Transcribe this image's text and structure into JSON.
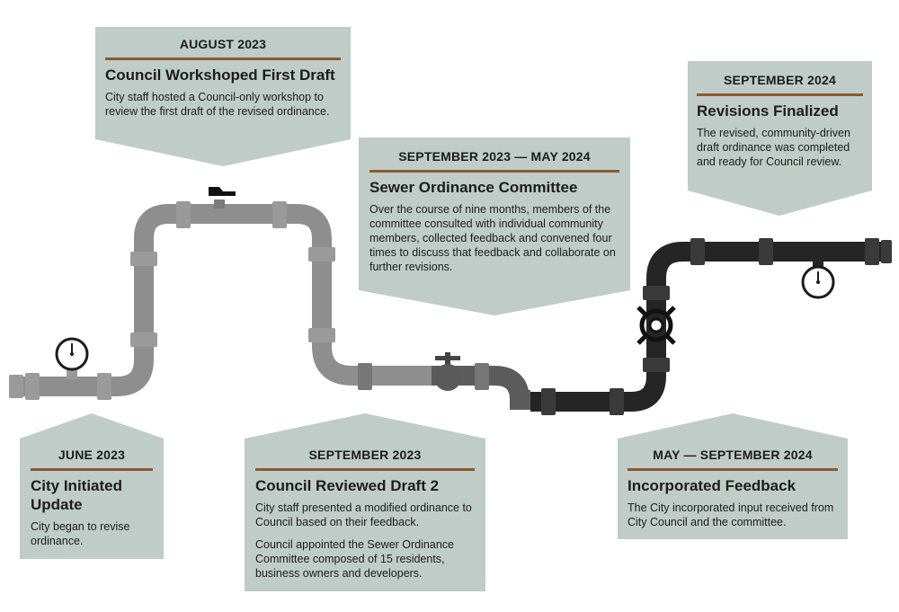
{
  "milestones": [
    {
      "date": "JUNE 2023",
      "title": "City Initiated Update",
      "description": [
        "City began to revise ordinance."
      ]
    },
    {
      "date": "AUGUST 2023",
      "title": "Council Workshoped First Draft",
      "description": [
        "City staff hosted a Council-only workshop to review the first draft of the revised ordinance."
      ]
    },
    {
      "date": "SEPTEMBER 2023",
      "title": "Council Reviewed Draft 2",
      "description": [
        "City staff presented a modified ordinance to Council based on their feedback.",
        "Council appointed the Sewer Ordinance Committee composed of 15 residents, business owners and developers."
      ]
    },
    {
      "date": "SEPTEMBER 2023 — MAY 2024",
      "title": "Sewer Ordinance Committee",
      "description": [
        "Over the course of nine months, members of the committee consulted with individual community members, collected feedback and convened four times to discuss that feedback and collaborate on further revisions."
      ]
    },
    {
      "date": "MAY — SEPTEMBER 2024",
      "title": "Incorporated Feedback",
      "description": [
        "The City incorporated input received from City Council and the committee."
      ]
    },
    {
      "date": "SEPTEMBER 2024",
      "title": "Revisions Finalized",
      "description": [
        "The revised, community-driven draft ordinance was completed and ready for Council review."
      ]
    }
  ],
  "colors": {
    "card": "#c0ccc7",
    "rule": "#8b5a2b",
    "pipe_light": "#8e8e8e",
    "pipe_mid": "#6a6a6a",
    "pipe_dark": "#252525"
  },
  "icons": [
    "pressure-gauge-icon",
    "valve-handle-icon",
    "spigot-valve-icon",
    "wheel-valve-icon"
  ]
}
